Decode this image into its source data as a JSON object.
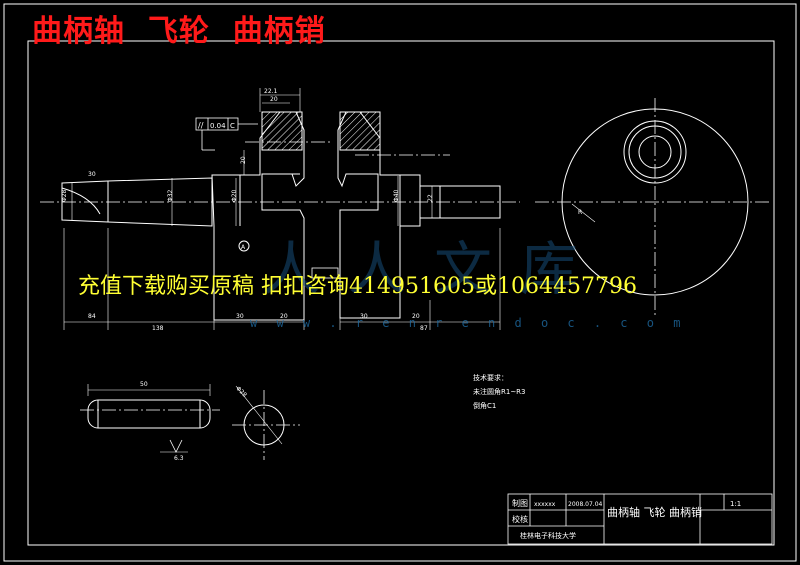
{
  "header": {
    "title": "曲柄轴  飞轮  曲柄销"
  },
  "overlay": {
    "ad_text": "充值下载购买原稿 扣扣咨询414951605或1064457796"
  },
  "watermark": {
    "chars": "人人文库",
    "url": "w w w . r e n r e n d o c . c o m"
  },
  "notes": {
    "heading": "技术要求：",
    "line1": "未注圆角R1~R3",
    "line2": "倒角C1"
  },
  "title_block": {
    "drawn_label": "制图",
    "drawn_name": "xxxxxx",
    "date": "2008.07.04",
    "part_name": "曲柄轴  飞轮  曲柄销",
    "scale": "1:1",
    "checked_label": "校核",
    "school": "桂林电子科技大学"
  },
  "dimensions": {
    "d_top1": "22.1",
    "d_top2": "20",
    "tolerance_symbol": "//",
    "tolerance_value": "0.04",
    "tolerance_datum": "C",
    "d_pin_dia": "20",
    "d_left_dia": "Φ28",
    "d_mid_dia": "Φ32",
    "d_pin_len": "Φ20",
    "d_right_dia": "Φ40",
    "d_shaft_dia": "22",
    "d_angle": "30",
    "d_b1": "84",
    "d_b2": "138",
    "d_b3": "30",
    "d_b4": "20",
    "d_b5": "30",
    "d_b6": "20",
    "d_b7": "87",
    "d_datum": "A",
    "d_pin_length": "50",
    "d_surface": "6.3",
    "d_circle_dia": "Φ28",
    "d_flywheel_r": "R"
  },
  "colors": {
    "line": "#ffffff",
    "accent": "#2f8fd6",
    "title": "#ff1a1a",
    "ad": "#ffff33"
  }
}
